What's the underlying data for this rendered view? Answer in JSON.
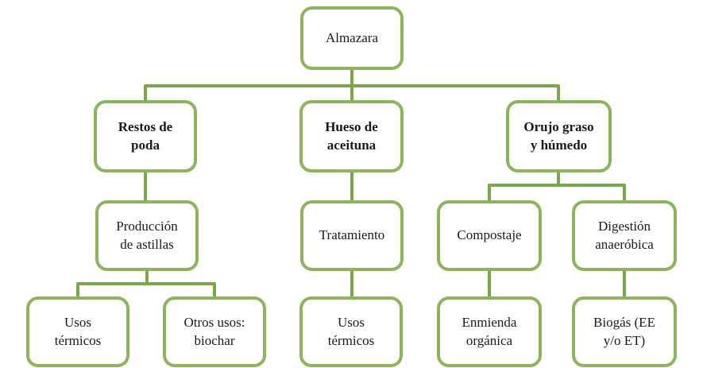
{
  "diagram": {
    "type": "flowchart",
    "language": "es",
    "nodes": {
      "almazara": {
        "label": "Almazara",
        "level": 1
      },
      "restos_de_poda": {
        "label": "Restos de poda",
        "level": 2
      },
      "hueso_de_aceituna": {
        "label": "Hueso de aceituna",
        "level": 2
      },
      "orujo_graso_humedo": {
        "label": "Orujo graso y húmedo",
        "level": 2
      },
      "produccion_astillas": {
        "label": "Producción de astillas",
        "level": 3
      },
      "tratamiento": {
        "label": "Tratamiento",
        "level": 3
      },
      "compostaje": {
        "label": "Compostaje",
        "level": 3
      },
      "digestion_anaerobica": {
        "label": "Digestión anaeróbica",
        "level": 3
      },
      "usos_termicos_poda": {
        "label": "Usos térmicos",
        "level": 4
      },
      "otros_usos_biochar": {
        "label": "Otros usos: biochar",
        "level": 4
      },
      "usos_termicos_hueso": {
        "label": "Usos térmicos",
        "level": 4
      },
      "enmienda_organica": {
        "label": "Enmienda orgánica",
        "level": 4
      },
      "biogas_ee_et": {
        "label": "Biogás (EE y/o ET)",
        "level": 4
      }
    },
    "edges": [
      [
        "almazara",
        "restos_de_poda"
      ],
      [
        "almazara",
        "hueso_de_aceituna"
      ],
      [
        "almazara",
        "orujo_graso_humedo"
      ],
      [
        "restos_de_poda",
        "produccion_astillas"
      ],
      [
        "hueso_de_aceituna",
        "tratamiento"
      ],
      [
        "orujo_graso_humedo",
        "compostaje"
      ],
      [
        "orujo_graso_humedo",
        "digestion_anaerobica"
      ],
      [
        "produccion_astillas",
        "usos_termicos_poda"
      ],
      [
        "produccion_astillas",
        "otros_usos_biochar"
      ],
      [
        "tratamiento",
        "usos_termicos_hueso"
      ],
      [
        "compostaje",
        "enmienda_organica"
      ],
      [
        "digestion_anaerobica",
        "biogas_ee_et"
      ]
    ],
    "colors": {
      "box_border": "#8CB45A",
      "connector": "#7CA64A",
      "text": "#1A1A1A",
      "background": "#FFFFFF"
    }
  }
}
